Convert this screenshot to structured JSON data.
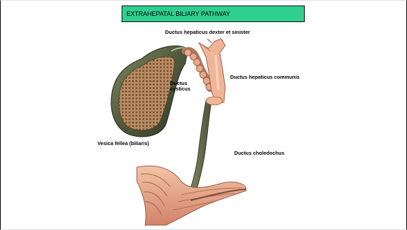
{
  "slide": {
    "title": "EXTRAHEPATAL BILIARY PATHWAY"
  },
  "labels": {
    "hepaticus_dexter_sinister": "Ductus hepaticus dexter et sinister",
    "hepaticus_communis": "Ductus hepaticus communis",
    "cysticus_line1": "Ductus",
    "cysticus_line2": "cysticus",
    "vesica_fellea": "Vesica fellea (biliaris)",
    "choledochus": "Ductus choledochus"
  },
  "colors": {
    "title_bg": "#2fcf8f",
    "gallbladder_wall": "#5f6b4a",
    "gallbladder_mucosa": "#a8805a",
    "duct": "#e8a987",
    "duodenum": "#e6a98b"
  }
}
